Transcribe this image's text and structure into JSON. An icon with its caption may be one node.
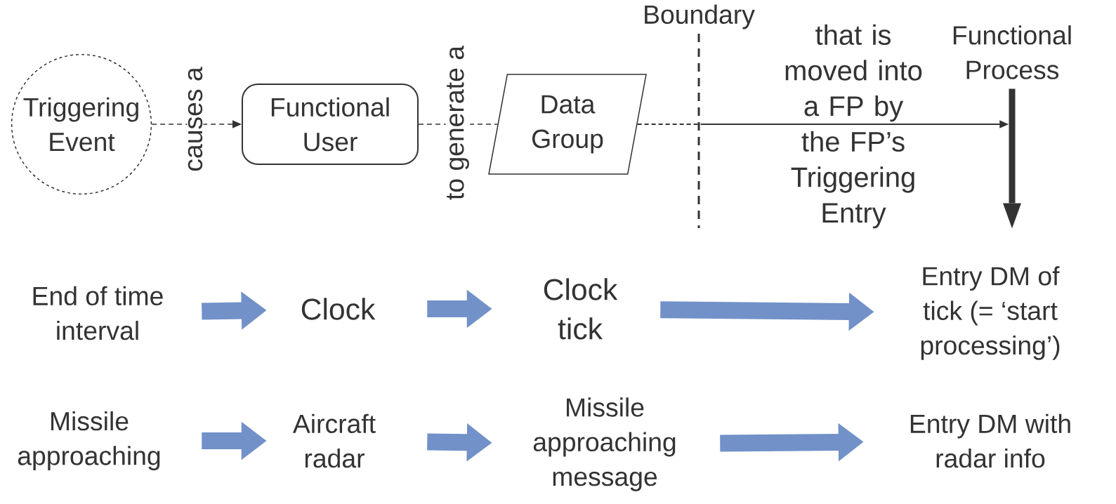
{
  "diagram": {
    "nodes": [
      {
        "text": [
          "Triggering Event"
        ]
      },
      {
        "text": [
          "Functional User"
        ]
      },
      {
        "text": [
          "Data Group"
        ]
      },
      {
        "text": [
          "Functional Process"
        ]
      },
      {
        "text": [
          "End of time interval"
        ]
      },
      {
        "text": [
          "Clock"
        ]
      },
      {
        "text": [
          "Clock tick"
        ]
      },
      {
        "text": [
          "Entry DM of tick (= ‘start processing’)"
        ]
      },
      {
        "text": [
          "Missile approaching"
        ]
      },
      {
        "text": [
          "Aircraft radar"
        ]
      },
      {
        "text": [
          "Missile approaching message"
        ]
      },
      {
        "text": [
          "Entry DM with radar info"
        ]
      }
    ],
    "edges": [
      {
        "from": 0,
        "to": 1,
        "arrow": "to",
        "style": "dashed",
        "color": "#333333",
        "label": "causes a"
      },
      {
        "from": 1,
        "to": 2,
        "arrow": "none",
        "style": "dashed",
        "color": "#333333",
        "label": "to generate a"
      },
      {
        "from": 2,
        "to": 3,
        "arrow": "to",
        "style": "dashed",
        "color": "#333333",
        "label": "that is moved into a FP by the FP’s Triggering Entry"
      },
      {
        "from": 4,
        "to": 5,
        "arrow": "to"
      },
      {
        "from": 5,
        "to": 6,
        "arrow": "to"
      },
      {
        "from": 6,
        "to": 7,
        "arrow": "to"
      },
      {
        "from": 8,
        "to": 9,
        "arrow": "to"
      },
      {
        "from": 9,
        "to": 10,
        "arrow": "to"
      },
      {
        "from": 10,
        "to": 11,
        "arrow": "to"
      }
    ],
    "labels": [
      "Boundary"
    ]
  }
}
